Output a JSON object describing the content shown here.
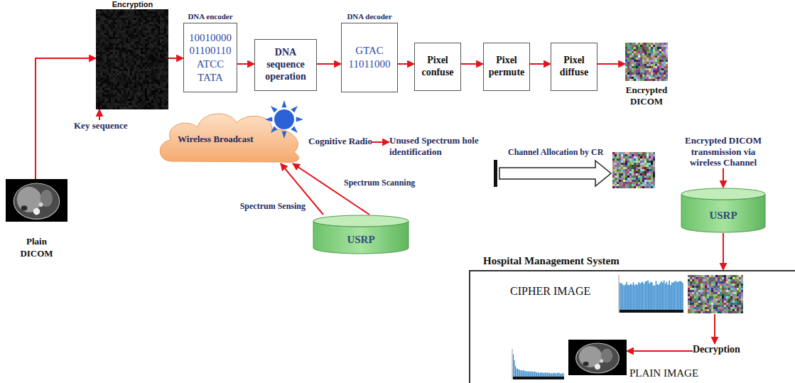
{
  "diagram": {
    "nodes": [
      {
        "text": [
          "Plain DICOM"
        ]
      },
      {
        "text": [
          "Encryption"
        ]
      },
      {
        "text": [
          "Key sequence"
        ]
      },
      {
        "text": [
          "DNA encoder",
          "10010000 01100110 ATCC TATA"
        ]
      },
      {
        "text": [
          "DNA sequence operation"
        ]
      },
      {
        "text": [
          "DNA decoder",
          "GTAC 11011000"
        ]
      },
      {
        "text": [
          "Pixel confuse"
        ]
      },
      {
        "text": [
          "Pixel permute"
        ]
      },
      {
        "text": [
          "Pixel diffuse"
        ]
      },
      {
        "text": [
          "Encrypted DICOM"
        ]
      },
      {
        "text": [
          "Wireless Broadcast"
        ]
      },
      {
        "text": [
          "Cognitive Radio"
        ]
      },
      {
        "text": [
          "Unused Spectrum hole identification"
        ]
      },
      {
        "text": [
          "USRP"
        ]
      },
      {
        "text": [
          "Encrypted DICOM transmission via wireless Channel"
        ]
      },
      {
        "text": [
          "USRP"
        ]
      },
      {
        "text": [
          "Hospital Management System"
        ]
      },
      {
        "text": [
          "CIPHER IMAGE"
        ],
        "in": 16
      },
      {
        "text": [
          "Decryption"
        ],
        "in": 16
      },
      {
        "text": [
          "PLAIN IMAGE"
        ],
        "in": 16
      }
    ],
    "edges": [
      {
        "from": 0,
        "to": 1,
        "arrow": "to"
      },
      {
        "from": 2,
        "to": 1,
        "arrow": "to"
      },
      {
        "from": 1,
        "to": 3,
        "arrow": "to"
      },
      {
        "from": 3,
        "to": 4,
        "arrow": "to"
      },
      {
        "from": 4,
        "to": 5,
        "arrow": "to"
      },
      {
        "from": 5,
        "to": 6,
        "arrow": "to"
      },
      {
        "from": 6,
        "to": 7,
        "arrow": "to"
      },
      {
        "from": 7,
        "to": 8,
        "arrow": "to"
      },
      {
        "from": 8,
        "to": 9,
        "arrow": "to"
      },
      {
        "from": 13,
        "to": 10,
        "label": "Spectrum Sensing",
        "arrow": "to"
      },
      {
        "from": 13,
        "to": 10,
        "label": "Spectrum Scanning",
        "arrow": "to"
      },
      {
        "from": 11,
        "to": 12,
        "arrow": "to"
      },
      {
        "from": 14,
        "to": 15,
        "arrow": "to"
      },
      {
        "from": 15,
        "to": 16,
        "arrow": "to"
      },
      {
        "from": 17,
        "to": 18,
        "arrow": "to"
      },
      {
        "from": 18,
        "to": 19,
        "arrow": "to"
      }
    ],
    "labels": [
      "Channel Allocation by CR"
    ]
  }
}
